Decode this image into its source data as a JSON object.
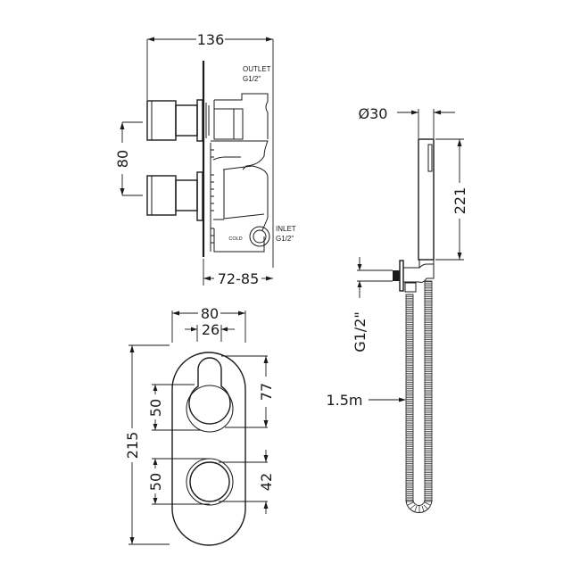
{
  "drawing": {
    "side_view": {
      "overall_width": "136",
      "handle_spacing": "80",
      "depth_range": "72-85",
      "outlet_label": "OUTLET",
      "outlet_thread": "G1/2\"",
      "inlet_label": "INLET",
      "inlet_thread": "G1/2\"",
      "cold_label": "COLD"
    },
    "front_view": {
      "plate_width": "80",
      "handle_width": "26",
      "plate_height": "215",
      "upper_handle_offset": "50",
      "upper_handle_height": "77",
      "lower_handle_offset": "50",
      "lower_handle_diameter": "42"
    },
    "handset": {
      "diameter": "Ø30",
      "length": "221",
      "outlet_thread": "G1/2\"",
      "hose_length": "1.5m"
    }
  }
}
